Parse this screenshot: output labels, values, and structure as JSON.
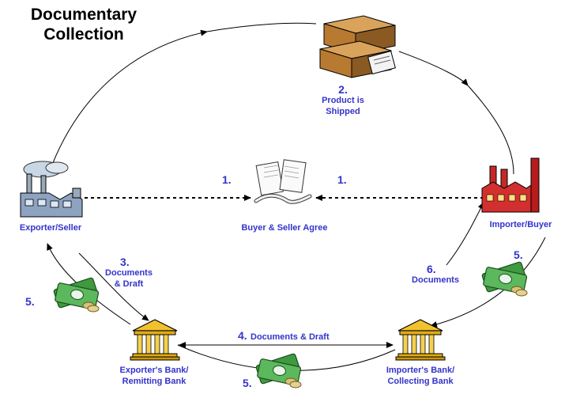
{
  "title": {
    "line1": "Documentary",
    "line2": "Collection"
  },
  "nodes": {
    "exporter": "Exporter/Seller",
    "agreement": "Buyer & Seller Agree",
    "importer": "Importer/Buyer",
    "exporter_bank": {
      "line1": "Exporter's Bank/",
      "line2": "Remitting Bank"
    },
    "importer_bank": {
      "line1": "Importer's Bank/",
      "line2": "Collecting Bank"
    }
  },
  "steps": {
    "agree_left": "1.",
    "agree_right": "1.",
    "shipped_num": "2.",
    "shipped_line1": "Product is",
    "shipped_line2": "Shipped",
    "docs_draft_num": "3.",
    "docs_draft_line1": "Documents",
    "docs_draft_line2": "& Draft",
    "bank_transfer_num": "4.",
    "bank_transfer_label": "Documents & Draft",
    "payment_importer": "5.",
    "payment_exporter": "5.",
    "payment_bottom": "5.",
    "release_docs_num": "6.",
    "release_docs_label": "Documents"
  },
  "colors": {
    "label": "#3333cc",
    "line": "#000000",
    "money": "#2e7d32",
    "bank": "#d4a017",
    "factory": "#c62828"
  },
  "icons": [
    "factory-icon",
    "handshake-contract-icon",
    "shipping-boxes-icon",
    "bank-icon",
    "money-icon"
  ]
}
